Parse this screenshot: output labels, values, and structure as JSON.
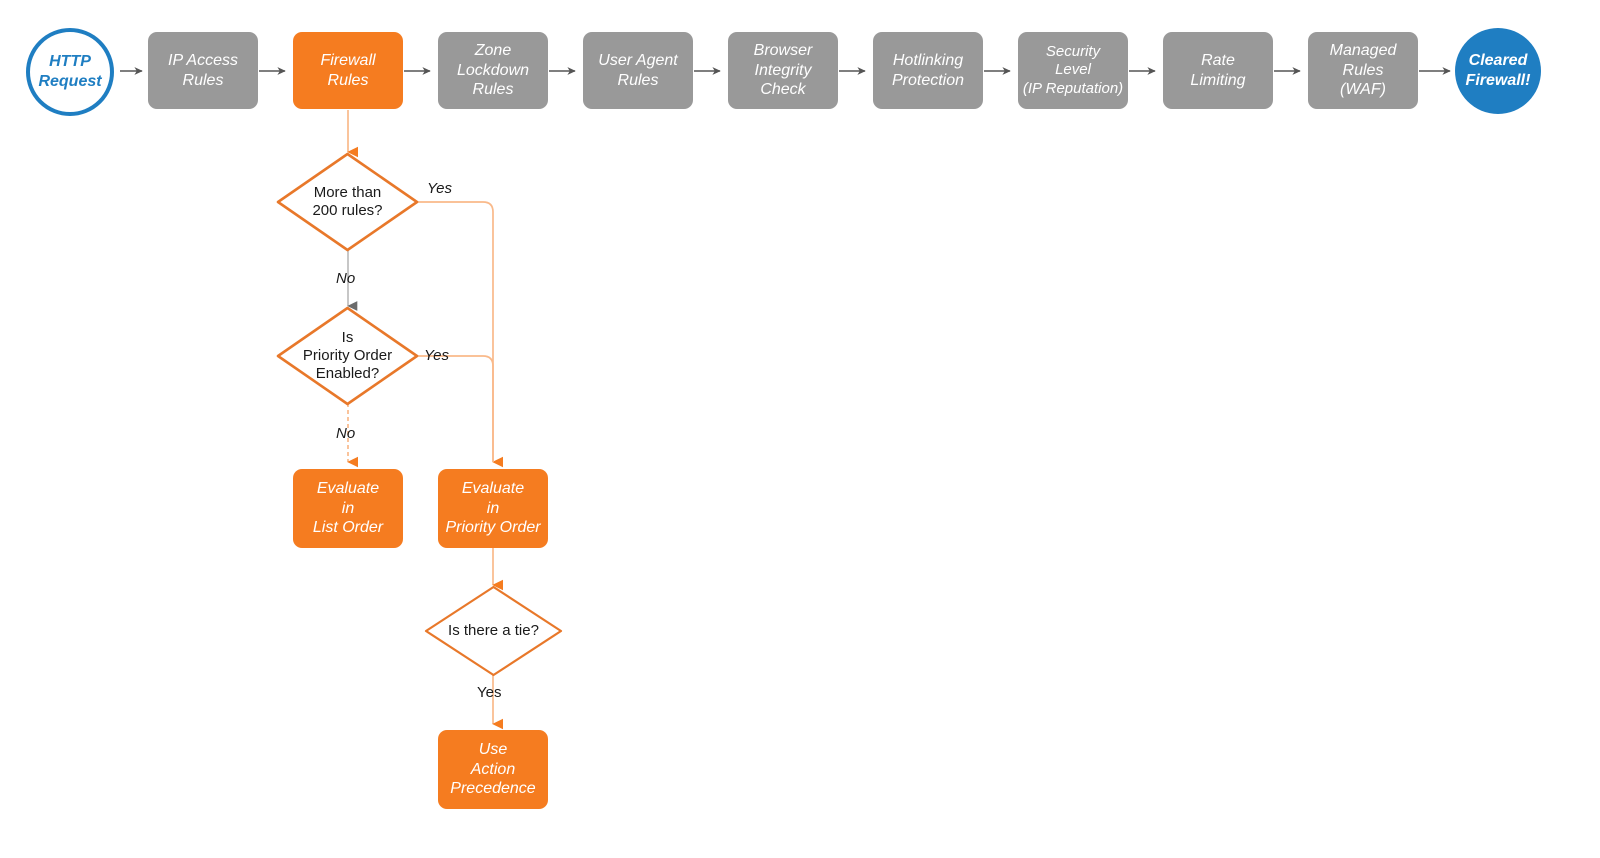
{
  "diagram": {
    "title": "Cloudflare firewall request evaluation order flowchart",
    "colors": {
      "gray": "#999999",
      "orange": "#F57C20",
      "orange_light": "#F9B98A",
      "blue": "#1F7EC2",
      "arrow_gray": "#555555",
      "text_dark": "#1a1a1a"
    }
  },
  "pipeline": {
    "start": {
      "label": "HTTP\nRequest",
      "shape": "circle-outline"
    },
    "steps": [
      {
        "label": "IP Access\nRules",
        "style": "gray"
      },
      {
        "label": "Firewall\nRules",
        "style": "orange"
      },
      {
        "label": "Zone\nLockdown\nRules",
        "style": "gray"
      },
      {
        "label": "User Agent\nRules",
        "style": "gray"
      },
      {
        "label": "Browser\nIntegrity\nCheck",
        "style": "gray"
      },
      {
        "label": "Hotlinking\nProtection",
        "style": "gray"
      },
      {
        "label": "Security\nLevel\n(IP Reputation)",
        "style": "gray"
      },
      {
        "label": "Rate\nLimiting",
        "style": "gray"
      },
      {
        "label": "Managed\nRules\n(WAF)",
        "style": "gray"
      }
    ],
    "end": {
      "label": "Cleared\nFirewall!",
      "shape": "circle-solid"
    }
  },
  "branch": {
    "decisions": [
      {
        "id": "more-than-200-rules",
        "label": "More than\n200 rules?"
      },
      {
        "id": "is-priority-order-enabled",
        "label": "Is\nPriority Order\nEnabled?"
      },
      {
        "id": "is-there-a-tie",
        "label": "Is there a tie?"
      }
    ],
    "outcomes": [
      {
        "id": "evaluate-in-list-order",
        "label": "Evaluate\nin\nList Order"
      },
      {
        "id": "evaluate-in-priority-order",
        "label": "Evaluate\nin\nPriority Order"
      },
      {
        "id": "use-action-precedence",
        "label": "Use\nAction\nPrecedence"
      }
    ],
    "edge_labels": {
      "yes_200": "Yes",
      "no_200": "No",
      "yes_priority": "Yes",
      "no_priority": "No",
      "yes_tie": "Yes"
    }
  }
}
